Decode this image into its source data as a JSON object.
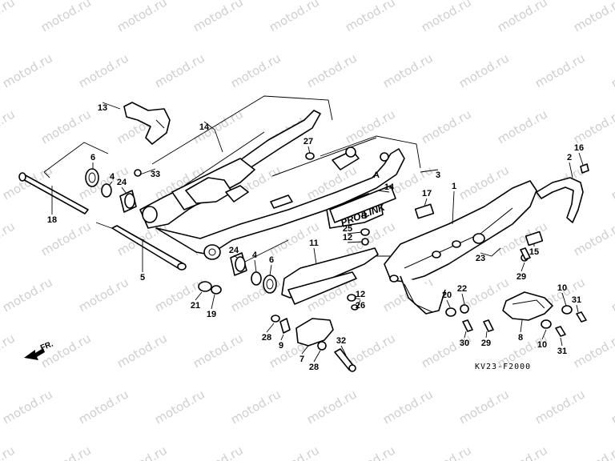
{
  "watermark": "motod.ru",
  "diagram_code": "KV23-F2000",
  "direction_label": "FR.",
  "frame_label": "PRO-LINK",
  "ref_letters": [
    "A",
    "B"
  ],
  "callouts": [
    {
      "id": "13"
    },
    {
      "id": "14"
    },
    {
      "id": "6"
    },
    {
      "id": "4"
    },
    {
      "id": "33"
    },
    {
      "id": "24"
    },
    {
      "id": "18"
    },
    {
      "id": "5"
    },
    {
      "id": "21"
    },
    {
      "id": "19"
    },
    {
      "id": "24"
    },
    {
      "id": "4"
    },
    {
      "id": "6"
    },
    {
      "id": "27"
    },
    {
      "id": "3"
    },
    {
      "id": "14"
    },
    {
      "id": "17"
    },
    {
      "id": "1"
    },
    {
      "id": "2"
    },
    {
      "id": "16"
    },
    {
      "id": "25"
    },
    {
      "id": "12"
    },
    {
      "id": "11"
    },
    {
      "id": "12"
    },
    {
      "id": "26"
    },
    {
      "id": "15"
    },
    {
      "id": "23"
    },
    {
      "id": "29"
    },
    {
      "id": "20"
    },
    {
      "id": "22"
    },
    {
      "id": "10"
    },
    {
      "id": "31"
    },
    {
      "id": "28"
    },
    {
      "id": "9"
    },
    {
      "id": "7"
    },
    {
      "id": "28"
    },
    {
      "id": "32"
    },
    {
      "id": "30"
    },
    {
      "id": "29"
    },
    {
      "id": "8"
    },
    {
      "id": "10"
    },
    {
      "id": "31"
    }
  ]
}
